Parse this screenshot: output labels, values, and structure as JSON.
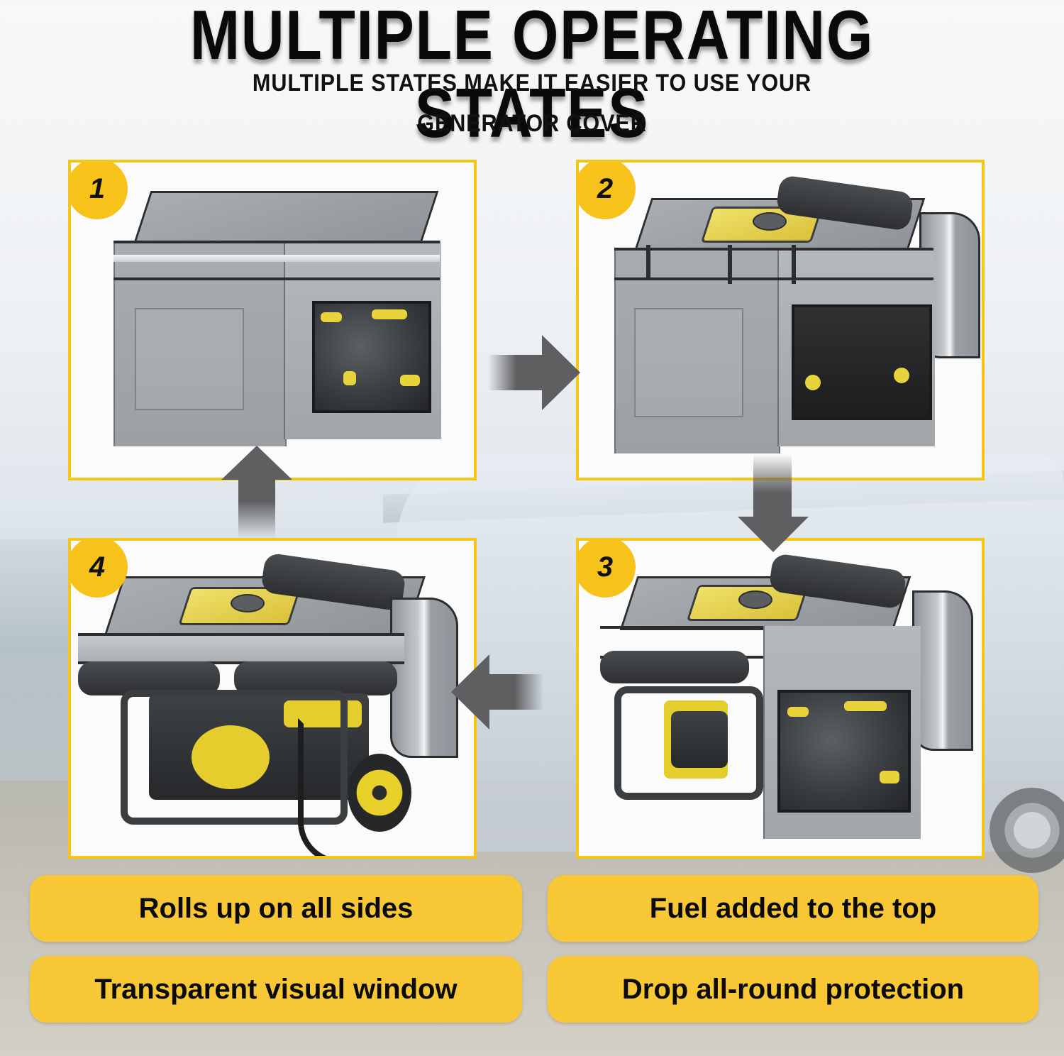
{
  "header": {
    "title": "MULTIPLE OPERATING STATES",
    "subtitle_line1": "MULTIPLE STATES MAKE IT EASIER TO USE YOUR",
    "subtitle_line2": "GENERATOR COVER"
  },
  "states": [
    {
      "number": "1",
      "description": "Fully closed cover with reflective strip, side pocket and transparent window"
    },
    {
      "number": "2",
      "description": "Top flap rolled back for fuel access, side window rolled up"
    },
    {
      "number": "3",
      "description": "Top flap open, left side rolled up, transparent window closed"
    },
    {
      "number": "4",
      "description": "All sides rolled up, generator exposed for operation"
    }
  ],
  "flow": {
    "arrow_1_to_2": "right",
    "arrow_2_to_3": "down",
    "arrow_3_to_4": "left",
    "arrow_4_to_1": "up"
  },
  "features": [
    {
      "label": "Rolls up on all sides"
    },
    {
      "label": "Transparent visual window"
    },
    {
      "label": "Fuel added to the top"
    },
    {
      "label": "Drop all-round protection"
    }
  ],
  "colors": {
    "accent_yellow": "#f5c518",
    "pill_yellow": "#f7c735",
    "cover_gray": "#a0a6aa",
    "arrow_gray": "#5f5f61",
    "text": "#0b0b0b"
  }
}
